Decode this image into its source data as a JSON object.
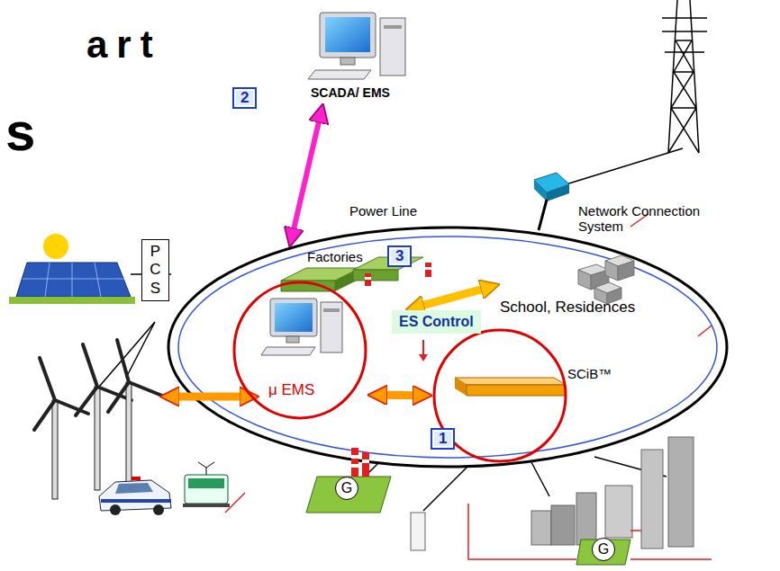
{
  "diagram": {
    "nodes": [
      {
        "text": [
          "SCADA/ EMS"
        ]
      },
      {
        "text": [
          "Factories"
        ]
      },
      {
        "text": [
          "School, Residences"
        ]
      },
      {
        "text": [
          "P C S"
        ]
      },
      {
        "text": [
          "μ EMS"
        ]
      },
      {
        "text": [
          "SCiB™"
        ]
      },
      {
        "text": [
          "ES Control"
        ]
      },
      {
        "text": [
          "G"
        ]
      },
      {
        "text": [
          "G"
        ]
      }
    ],
    "edges": [
      {
        "from": 0,
        "to": 1,
        "arrow": "both"
      },
      {
        "from": 4,
        "to": 5,
        "arrow": "both"
      },
      {
        "from": 6,
        "to": 2,
        "arrow": "both"
      }
    ],
    "labels": [
      "art",
      "s",
      "2",
      "Power Line",
      "Network Connection System",
      "3",
      "1"
    ]
  }
}
